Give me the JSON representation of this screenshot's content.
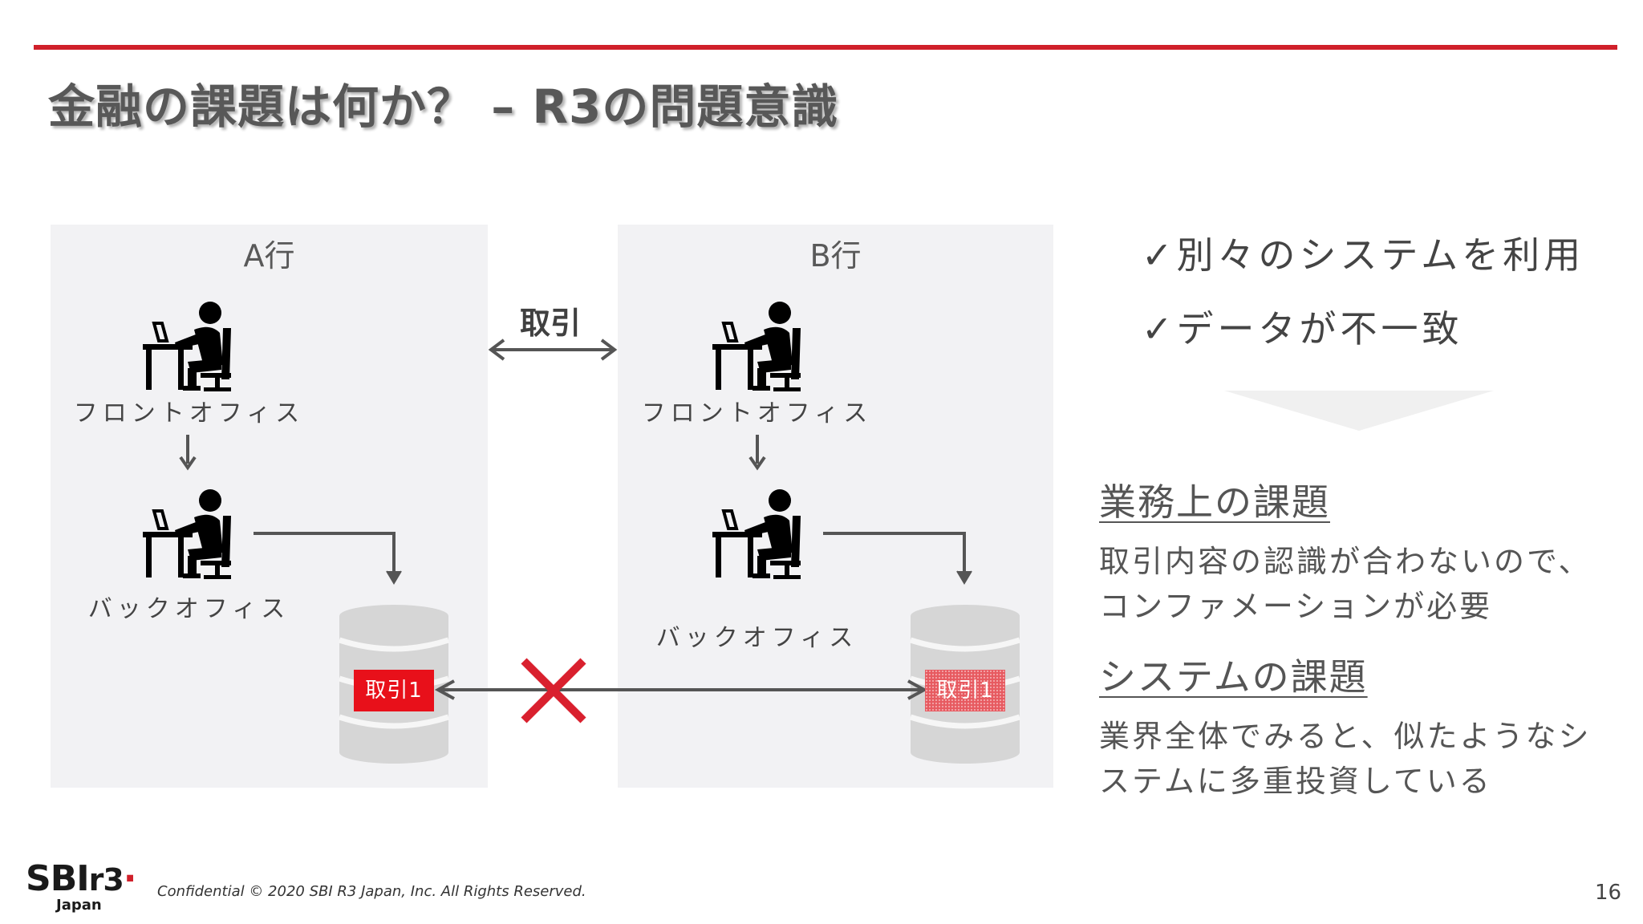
{
  "slide": {
    "title": "金融の課題は何か？ – R3の問題意識",
    "page_number": "16"
  },
  "diagram": {
    "bank_a": {
      "label": "A行",
      "front_label": "フロントオフィス",
      "back_label": "バックオフィス",
      "db_label": "取引1"
    },
    "bank_b": {
      "label": "B行",
      "front_label": "フロントオフィス",
      "back_label": "バックオフィス",
      "db_label": "取引1"
    },
    "transaction_label": "取引"
  },
  "points": [
    "✓別々のシステムを利用",
    "✓データが不一致"
  ],
  "issues": [
    {
      "heading": "業務上の課題",
      "lines": [
        "取引内容の認識が合わないので、",
        "コンファメーションが必要"
      ]
    },
    {
      "heading": "システムの課題",
      "lines": [
        "業界全体でみると、似たようなシ",
        "ステムに多重投資している"
      ]
    }
  ],
  "footer": {
    "logo_main": "SBI",
    "logo_r3": "r3",
    "logo_dot": "·",
    "logo_sub": "Japan",
    "confidential": "Confidential  © 2020 SBI R3 Japan, Inc.  All Rights Reserved."
  },
  "colors": {
    "accent": "#d0202a",
    "panel": "#f2f2f4",
    "db_badge": "#e8101a",
    "cross": "#d9202e"
  },
  "icons": [
    "person-at-desk-icon",
    "database-icon",
    "double-arrow-icon",
    "down-arrow-icon",
    "cross-icon",
    "chevron-down-icon"
  ]
}
